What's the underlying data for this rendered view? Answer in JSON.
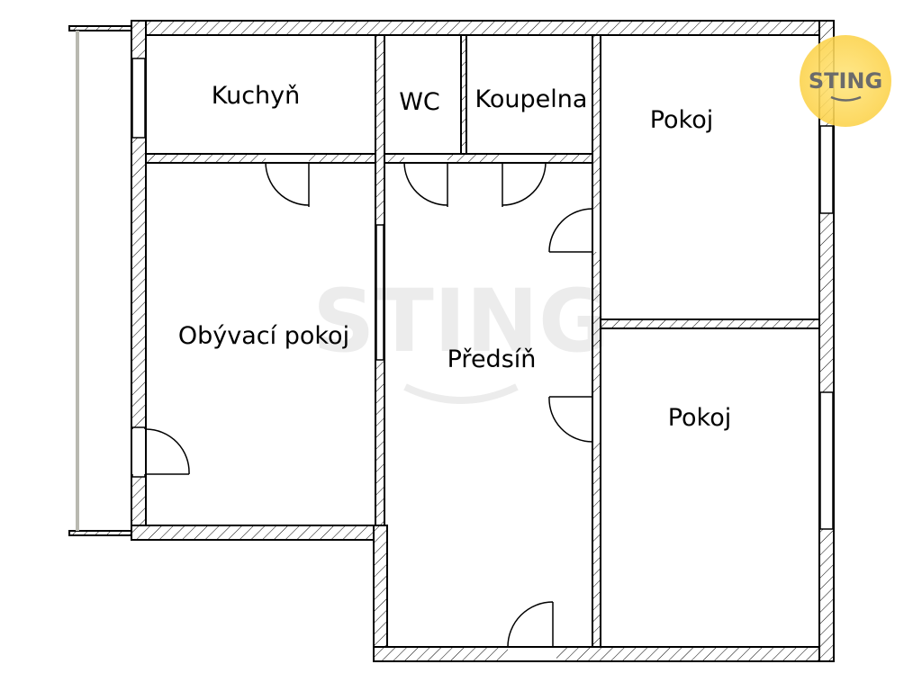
{
  "rooms": {
    "kitchen": "Kuchyň",
    "wc": "WC",
    "bathroom": "Koupelna",
    "room1": "Pokoj",
    "living": "Obývací pokoj",
    "hall": "Předsíň",
    "room2": "Pokoj"
  },
  "logo": {
    "text": "STING",
    "color": "#fdd835"
  },
  "watermark": {
    "text": "STING"
  }
}
